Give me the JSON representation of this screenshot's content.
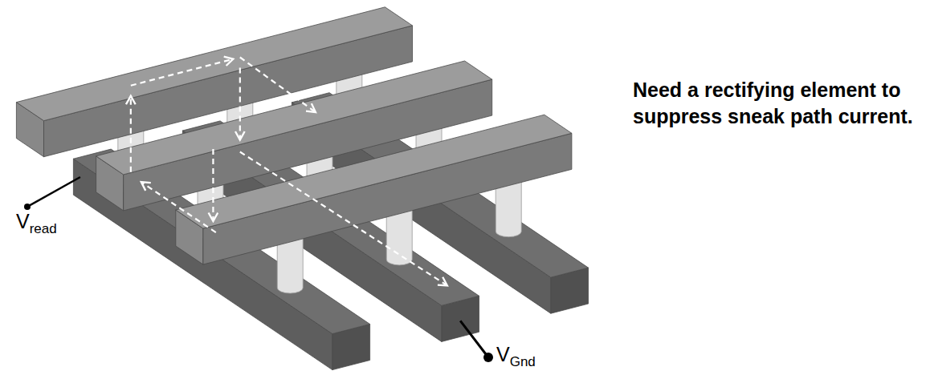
{
  "diagram": {
    "labels": [
      "V",
      "read",
      "V",
      "Gnd",
      "Need a rectifying element to suppress sneak path current."
    ]
  }
}
